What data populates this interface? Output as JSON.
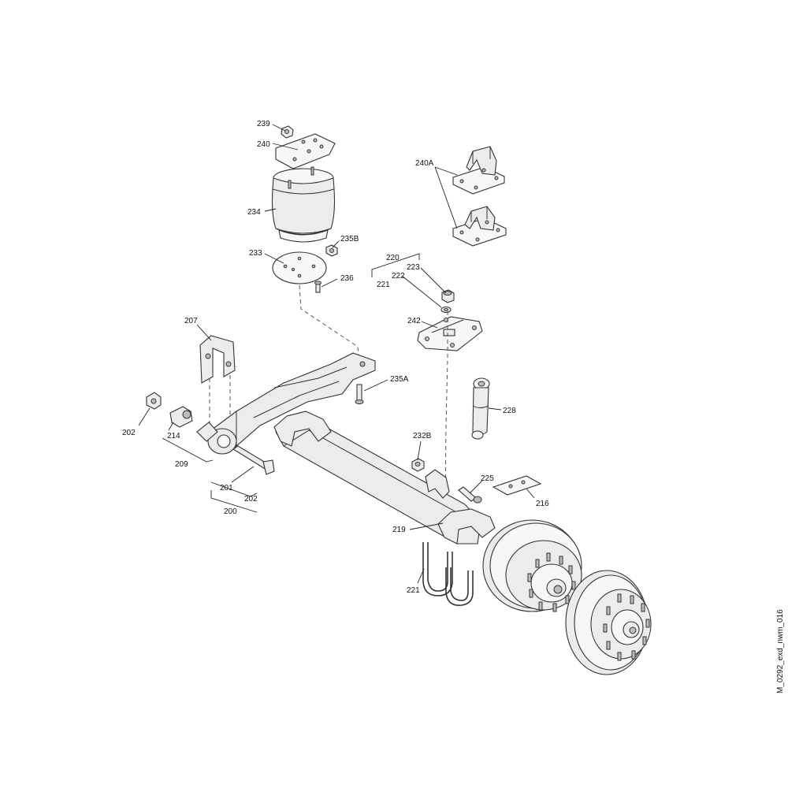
{
  "labels": {
    "l239": "239",
    "l240": "240",
    "l240A": "240A",
    "l234": "234",
    "l235B": "235B",
    "l233": "233",
    "l236": "236",
    "l220": "220",
    "l223": "223",
    "l222": "222",
    "l221a": "221",
    "l242": "242",
    "l207": "207",
    "l235A": "235A",
    "l228": "228",
    "l202a": "202",
    "l214": "214",
    "l209": "209",
    "l201": "201",
    "l202b": "202",
    "l200": "200",
    "l232B": "232B",
    "l225": "225",
    "l216": "216",
    "l219": "219",
    "l221b": "221"
  },
  "drawing_id": "M_0292_exd_nwm_016"
}
